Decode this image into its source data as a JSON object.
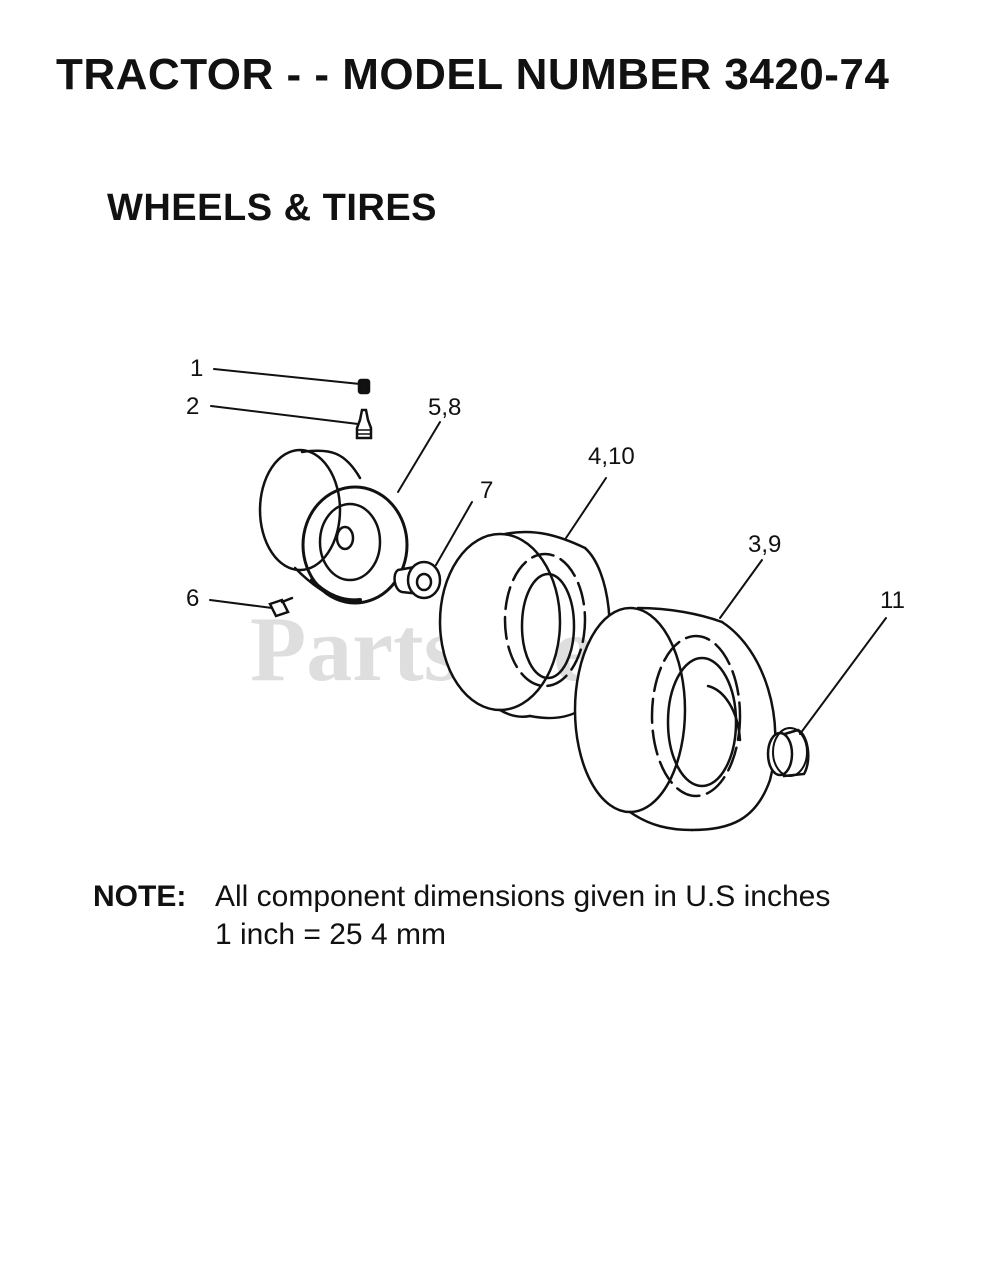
{
  "page": {
    "title": "TRACTOR - - MODEL NUMBER 3420-74",
    "subtitle": "WHEELS & TIRES",
    "watermark": "PartsTree"
  },
  "callouts": {
    "c1": "1",
    "c2": "2",
    "c58": "5,8",
    "c410": "4,10",
    "c7": "7",
    "c39": "3,9",
    "c6": "6",
    "c11": "11"
  },
  "note": {
    "label": "NOTE:",
    "line1": "All component dimensions given in U.S  inches",
    "line2": "1 inch = 25 4 mm"
  }
}
